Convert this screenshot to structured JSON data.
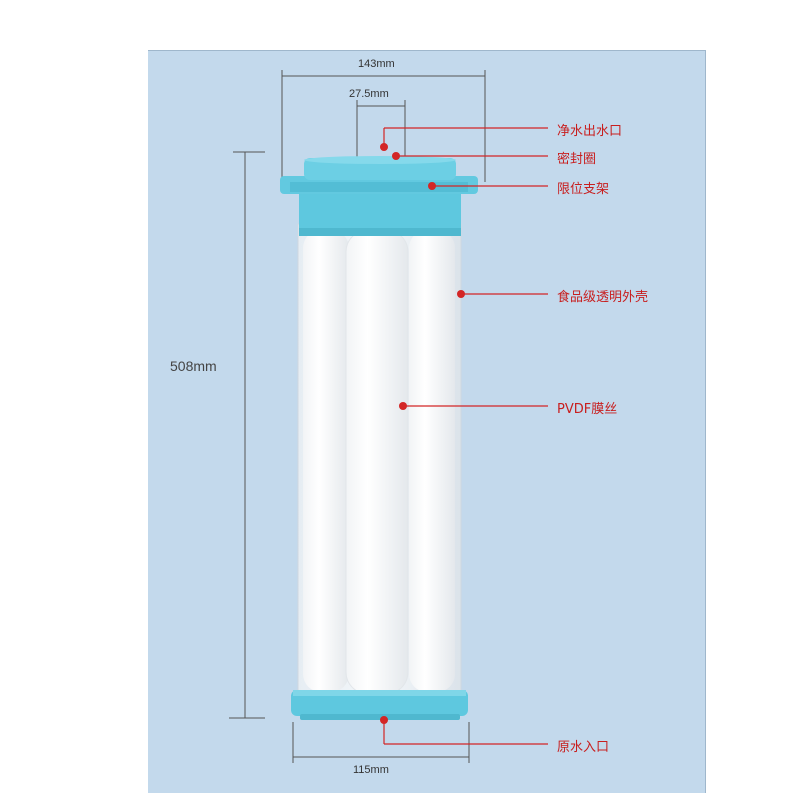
{
  "dimensions": {
    "top_width": "143mm",
    "outlet_width": "27.5mm",
    "height": "508mm",
    "bottom_width": "115mm"
  },
  "callouts": [
    "净水出水口",
    "密封圈",
    "限位支架",
    "食品级透明外壳",
    "PVDF膜丝",
    "原水入口"
  ],
  "colors": {
    "background": "#c3d9ec",
    "cap": "#5ec8df",
    "callout": "#c81e1e"
  }
}
